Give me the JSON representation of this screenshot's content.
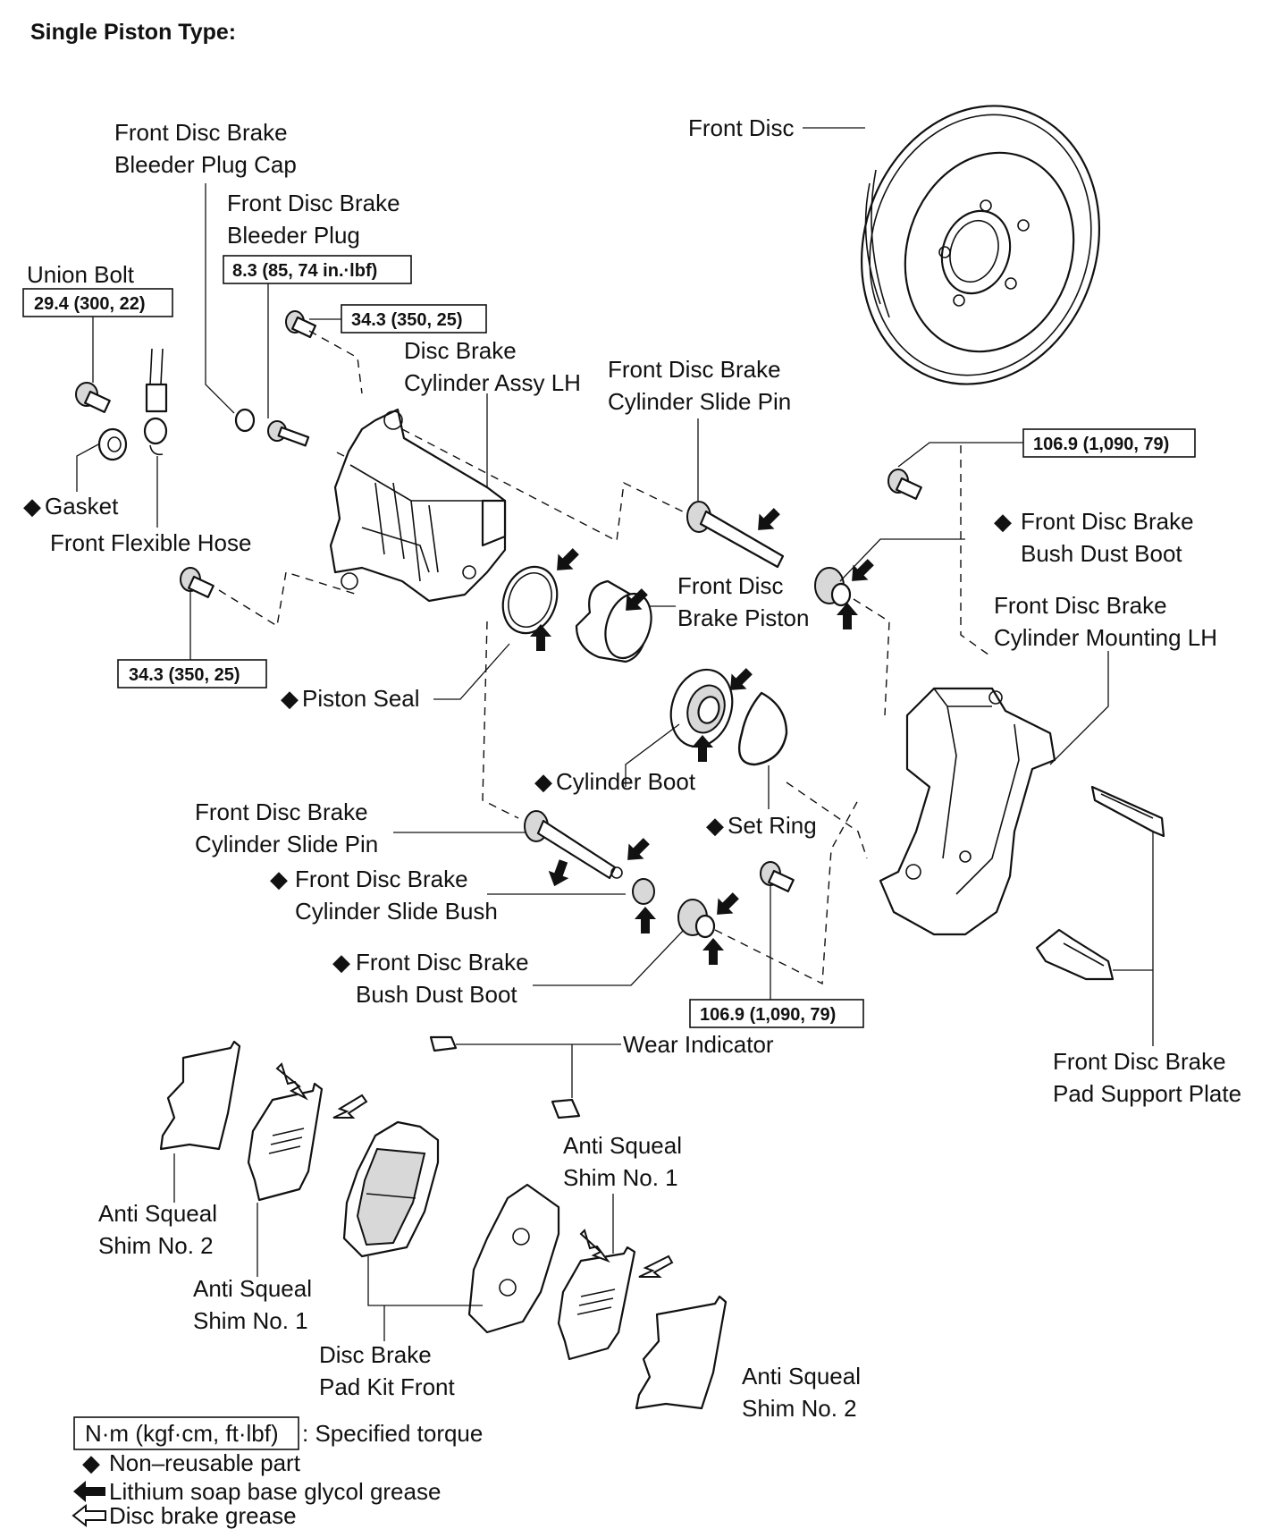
{
  "title": "Single Piston Type:",
  "labels": {
    "front_disc": "Front Disc",
    "bleeder_cap_1": "Front Disc Brake",
    "bleeder_cap_2": "Bleeder Plug Cap",
    "bleeder_plug_1": "Front Disc Brake",
    "bleeder_plug_2": "Bleeder Plug",
    "union_bolt": "Union Bolt",
    "cyl_assy_1": "Disc Brake",
    "cyl_assy_2": "Cylinder Assy LH",
    "slide_pin_upper_1": "Front Disc Brake",
    "slide_pin_upper_2": "Cylinder Slide Pin",
    "gasket": "Gasket",
    "flex_hose": "Front Flexible Hose",
    "bush_boot_upper_1": "Front Disc Brake",
    "bush_boot_upper_2": "Bush Dust Boot",
    "piston_1": "Front Disc",
    "piston_2": "Brake Piston",
    "mounting_1": "Front Disc Brake",
    "mounting_2": "Cylinder Mounting LH",
    "piston_seal": "Piston Seal",
    "cyl_boot": "Cylinder Boot",
    "set_ring": "Set Ring",
    "slide_pin_lower_1": "Front Disc Brake",
    "slide_pin_lower_2": "Cylinder Slide Pin",
    "slide_bush_1": "Front Disc Brake",
    "slide_bush_2": "Cylinder Slide Bush",
    "bush_boot_lower_1": "Front Disc Brake",
    "bush_boot_lower_2": "Bush Dust Boot",
    "wear_indicator": "Wear Indicator",
    "pad_support_1": "Front Disc Brake",
    "pad_support_2": "Pad Support Plate",
    "shim1_right_1": "Anti Squeal",
    "shim1_right_2": "Shim No. 1",
    "shim2_left_1": "Anti Squeal",
    "shim2_left_2": "Shim No. 2",
    "shim1_left_1": "Anti Squeal",
    "shim1_left_2": "Shim No. 1",
    "pad_kit_1": "Disc Brake",
    "pad_kit_2": "Pad Kit Front",
    "shim2_right_1": "Anti Squeal",
    "shim2_right_2": "Shim No. 2"
  },
  "torques": {
    "bleeder": "8.3 (85, 74 in.·lbf)",
    "union": "29.4 (300, 22)",
    "top_bolt": "34.3 (350, 25)",
    "right_bolt": "106.9 (1,090, 79)",
    "left_bolt": "34.3 (350, 25)",
    "lower_bolt": "106.9 (1,090, 79)"
  },
  "legend": {
    "torque_unit": "N·m (kgf·cm, ft·lbf)",
    "torque_desc": ": Specified torque",
    "non_reusable": "Non–reusable part",
    "lithium": "Lithium soap base glycol grease",
    "disc_grease": "Disc brake grease"
  },
  "symbols": {
    "diamond": "◆"
  },
  "colors": {
    "ink": "#111111",
    "background": "#ffffff"
  }
}
